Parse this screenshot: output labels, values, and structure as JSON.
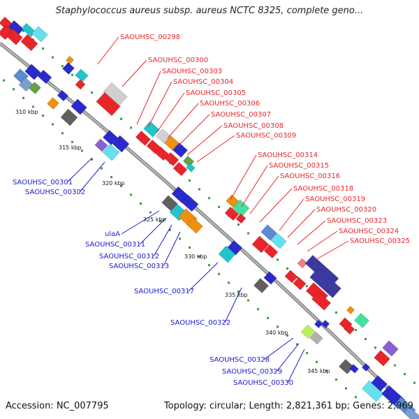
{
  "title": "Staphylococcus aureus subsp. aureus NCTC 8325, complete geno...",
  "footer": {
    "accession": "Accession: NC_007795",
    "summary": "Topology: circular; Length: 2,821,361 bp; Genes: 2,969"
  },
  "colors": {
    "forward_label": "#e8262a",
    "reverse_label": "#1a1acc",
    "backbone": "#888888",
    "tick": "#3a9a3a"
  },
  "ticks": [
    "310 kbp",
    "315 kbp",
    "320 kbp",
    "325 kbp",
    "330 kbp",
    "335 kbp",
    "340 kbp",
    "345 kbp"
  ],
  "forward_labels": [
    "SAOUHSC_00298",
    "SAOUHSC_00300",
    "SAOUHSC_00303",
    "SAOUHSC_00304",
    "SAOUHSC_00305",
    "SAOUHSC_00306",
    "SAOUHSC_00307",
    "SAOUHSC_00308",
    "SAOUHSC_00309",
    "SAOUHSC_00314",
    "SAOUHSC_00315",
    "SAOUHSC_00316",
    "SAOUHSC_00318",
    "SAOUHSC_00319",
    "SAOUHSC_00320",
    "SAOUHSC_00323",
    "SAOUHSC_00324",
    "SAOUHSC_00325"
  ],
  "reverse_labels": [
    "SAOUHSC_00301",
    "SAOUHSC_00302",
    "ulaA",
    "SAOUHSC_00311",
    "SAOUHSC_00312",
    "SAOUHSC_00313",
    "SAOUHSC_00317",
    "SAOUHSC_00322",
    "SAOUHSC_00328",
    "SAOUHSC_00329",
    "SAOUHSC_00330"
  ]
}
